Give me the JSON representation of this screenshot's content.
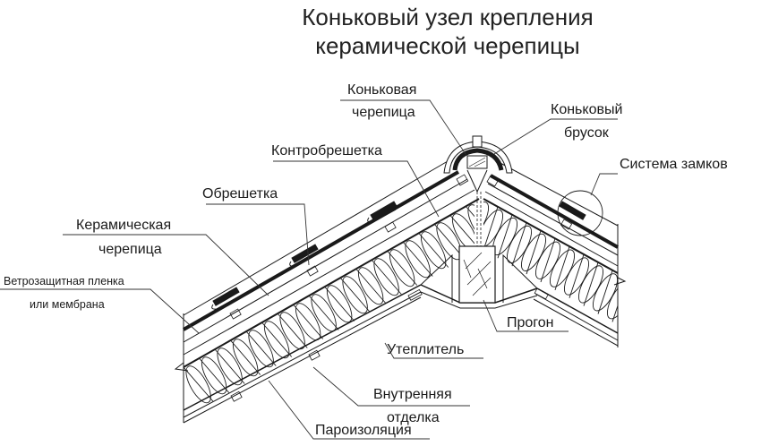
{
  "title": {
    "line1": "Коньковый узел крепления",
    "line2": "керамической черепицы"
  },
  "labels": {
    "ridge_tile_1": "Коньковая",
    "ridge_tile_2": "черепица",
    "ridge_beam_1": "Коньковый",
    "ridge_beam_2": "брусок",
    "counter_batten": "Контробрешетка",
    "lock_system": "Система замков",
    "batten": "Обрешетка",
    "ceramic_tile_1": "Керамическая",
    "ceramic_tile_2": "черепица",
    "wind_membrane_1": "Ветрозащитная пленка",
    "wind_membrane_2": "или мембрана",
    "purlin": "Прогон",
    "insulation": "Утеплитель",
    "interior_finish_1": "Внутренняя",
    "interior_finish_2": "отделка",
    "vapor_barrier": "Пароизоляция"
  },
  "colors": {
    "line": "#1a1a1a",
    "thin_line": "#333333",
    "background": "#ffffff"
  }
}
